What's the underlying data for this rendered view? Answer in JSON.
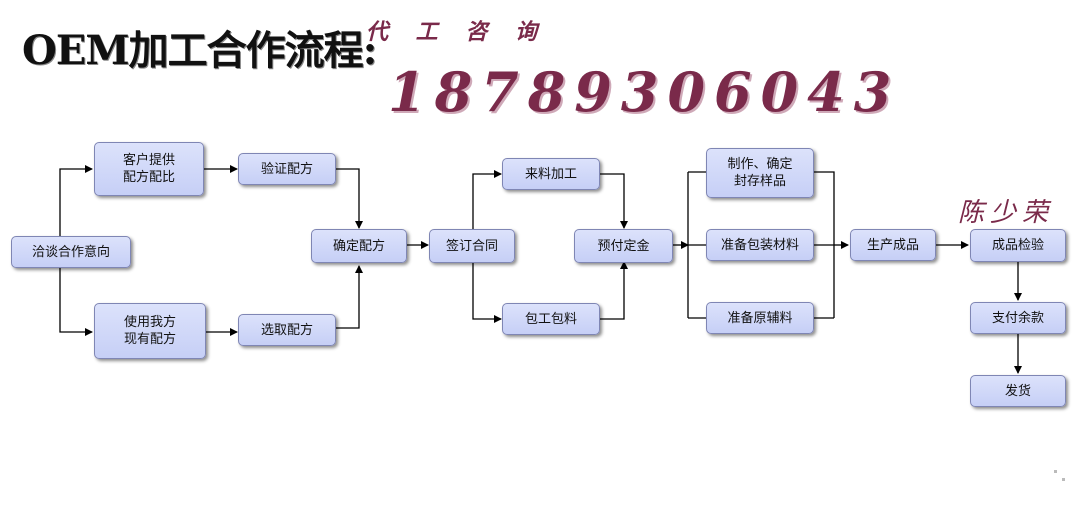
{
  "header": {
    "title": "OEM加工合作流程:",
    "subtitle": "代 工 咨 询",
    "phone": "18789306043",
    "signature": "陈少荣"
  },
  "nodes": {
    "n1": "洽谈合作意向",
    "n2": "客户提供\n配方配比",
    "n3": "使用我方\n现有配方",
    "n4": "验证配方",
    "n5": "选取配方",
    "n6": "确定配方",
    "n7": "签订合同",
    "n8": "来料加工",
    "n9": "包工包料",
    "n10": "预付定金",
    "n11": "制作、确定\n封存样品",
    "n12": "准备包装材料",
    "n13": "准备原辅料",
    "n14": "生产成品",
    "n15": "成品检验",
    "n16": "支付余款",
    "n17": "发货"
  }
}
